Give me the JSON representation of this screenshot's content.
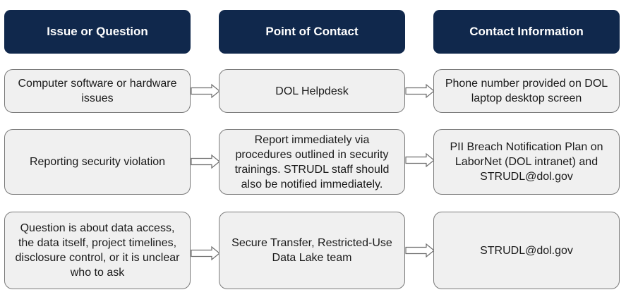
{
  "headers": [
    "Issue or Question",
    "Point of Contact",
    "Contact Information"
  ],
  "rows": [
    {
      "issue": "Computer software or hardware issues",
      "contact": "DOL Helpdesk",
      "info": "Phone number provided on DOL laptop desktop screen"
    },
    {
      "issue": "Reporting security violation",
      "contact": "Report immediately via procedures outlined in security trainings. STRUDL staff should also be notified immediately.",
      "info": "PII Breach Notification Plan on LaborNet (DOL intranet) and STRUDL@dol.gov"
    },
    {
      "issue": "Question is about data access, the data itself, project timelines, disclosure control, or it is unclear who to ask",
      "contact": "Secure Transfer, Restricted-Use Data Lake team",
      "info": "STRUDL@dol.gov"
    }
  ],
  "colors": {
    "header_bg": "#10284c",
    "header_text": "#ffffff",
    "cell_bg": "#f0f0f0",
    "cell_border": "#7a7a7a",
    "arrow_fill": "#ffffff",
    "arrow_stroke": "#6e6e6e"
  }
}
